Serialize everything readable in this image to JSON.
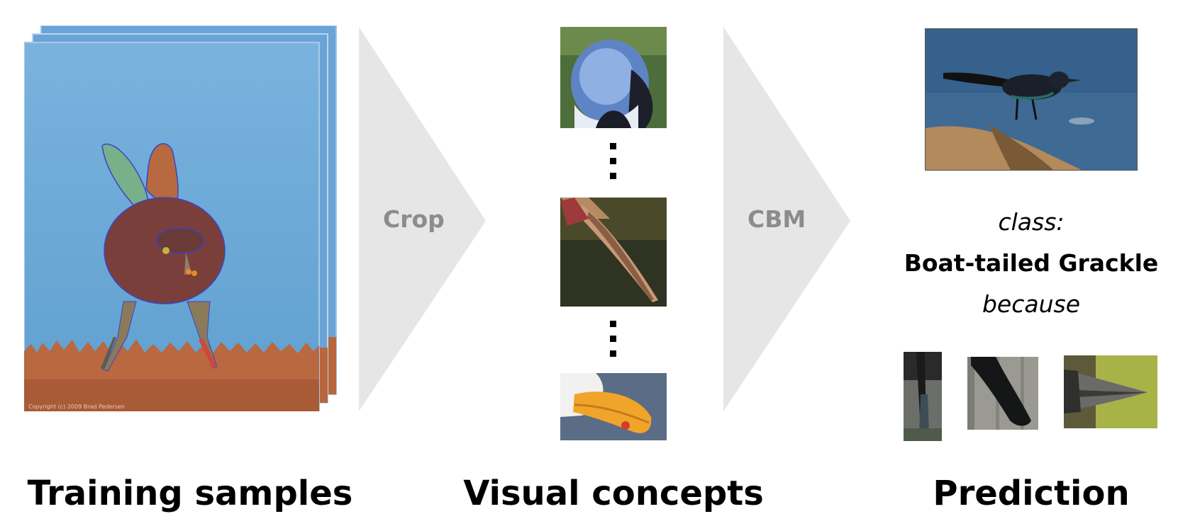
{
  "arrows": {
    "crop_label": "Crop",
    "cbm_label": "CBM"
  },
  "sections": {
    "training_title": "Training samples",
    "concepts_title": "Visual concepts",
    "prediction_title": "Prediction"
  },
  "training_image": {
    "credit": "Copyright (c) 2009 Brad Pedersen"
  },
  "prediction": {
    "class_label": "class:",
    "class_name": "Boat-tailed Grackle",
    "because_label": "because"
  },
  "colors": {
    "arrow_fill": "#e6e6e6",
    "arrow_text": "#8c8c8c",
    "sky_blue": "#6fa8d6",
    "segmentation_body": "#7a3f3a"
  }
}
